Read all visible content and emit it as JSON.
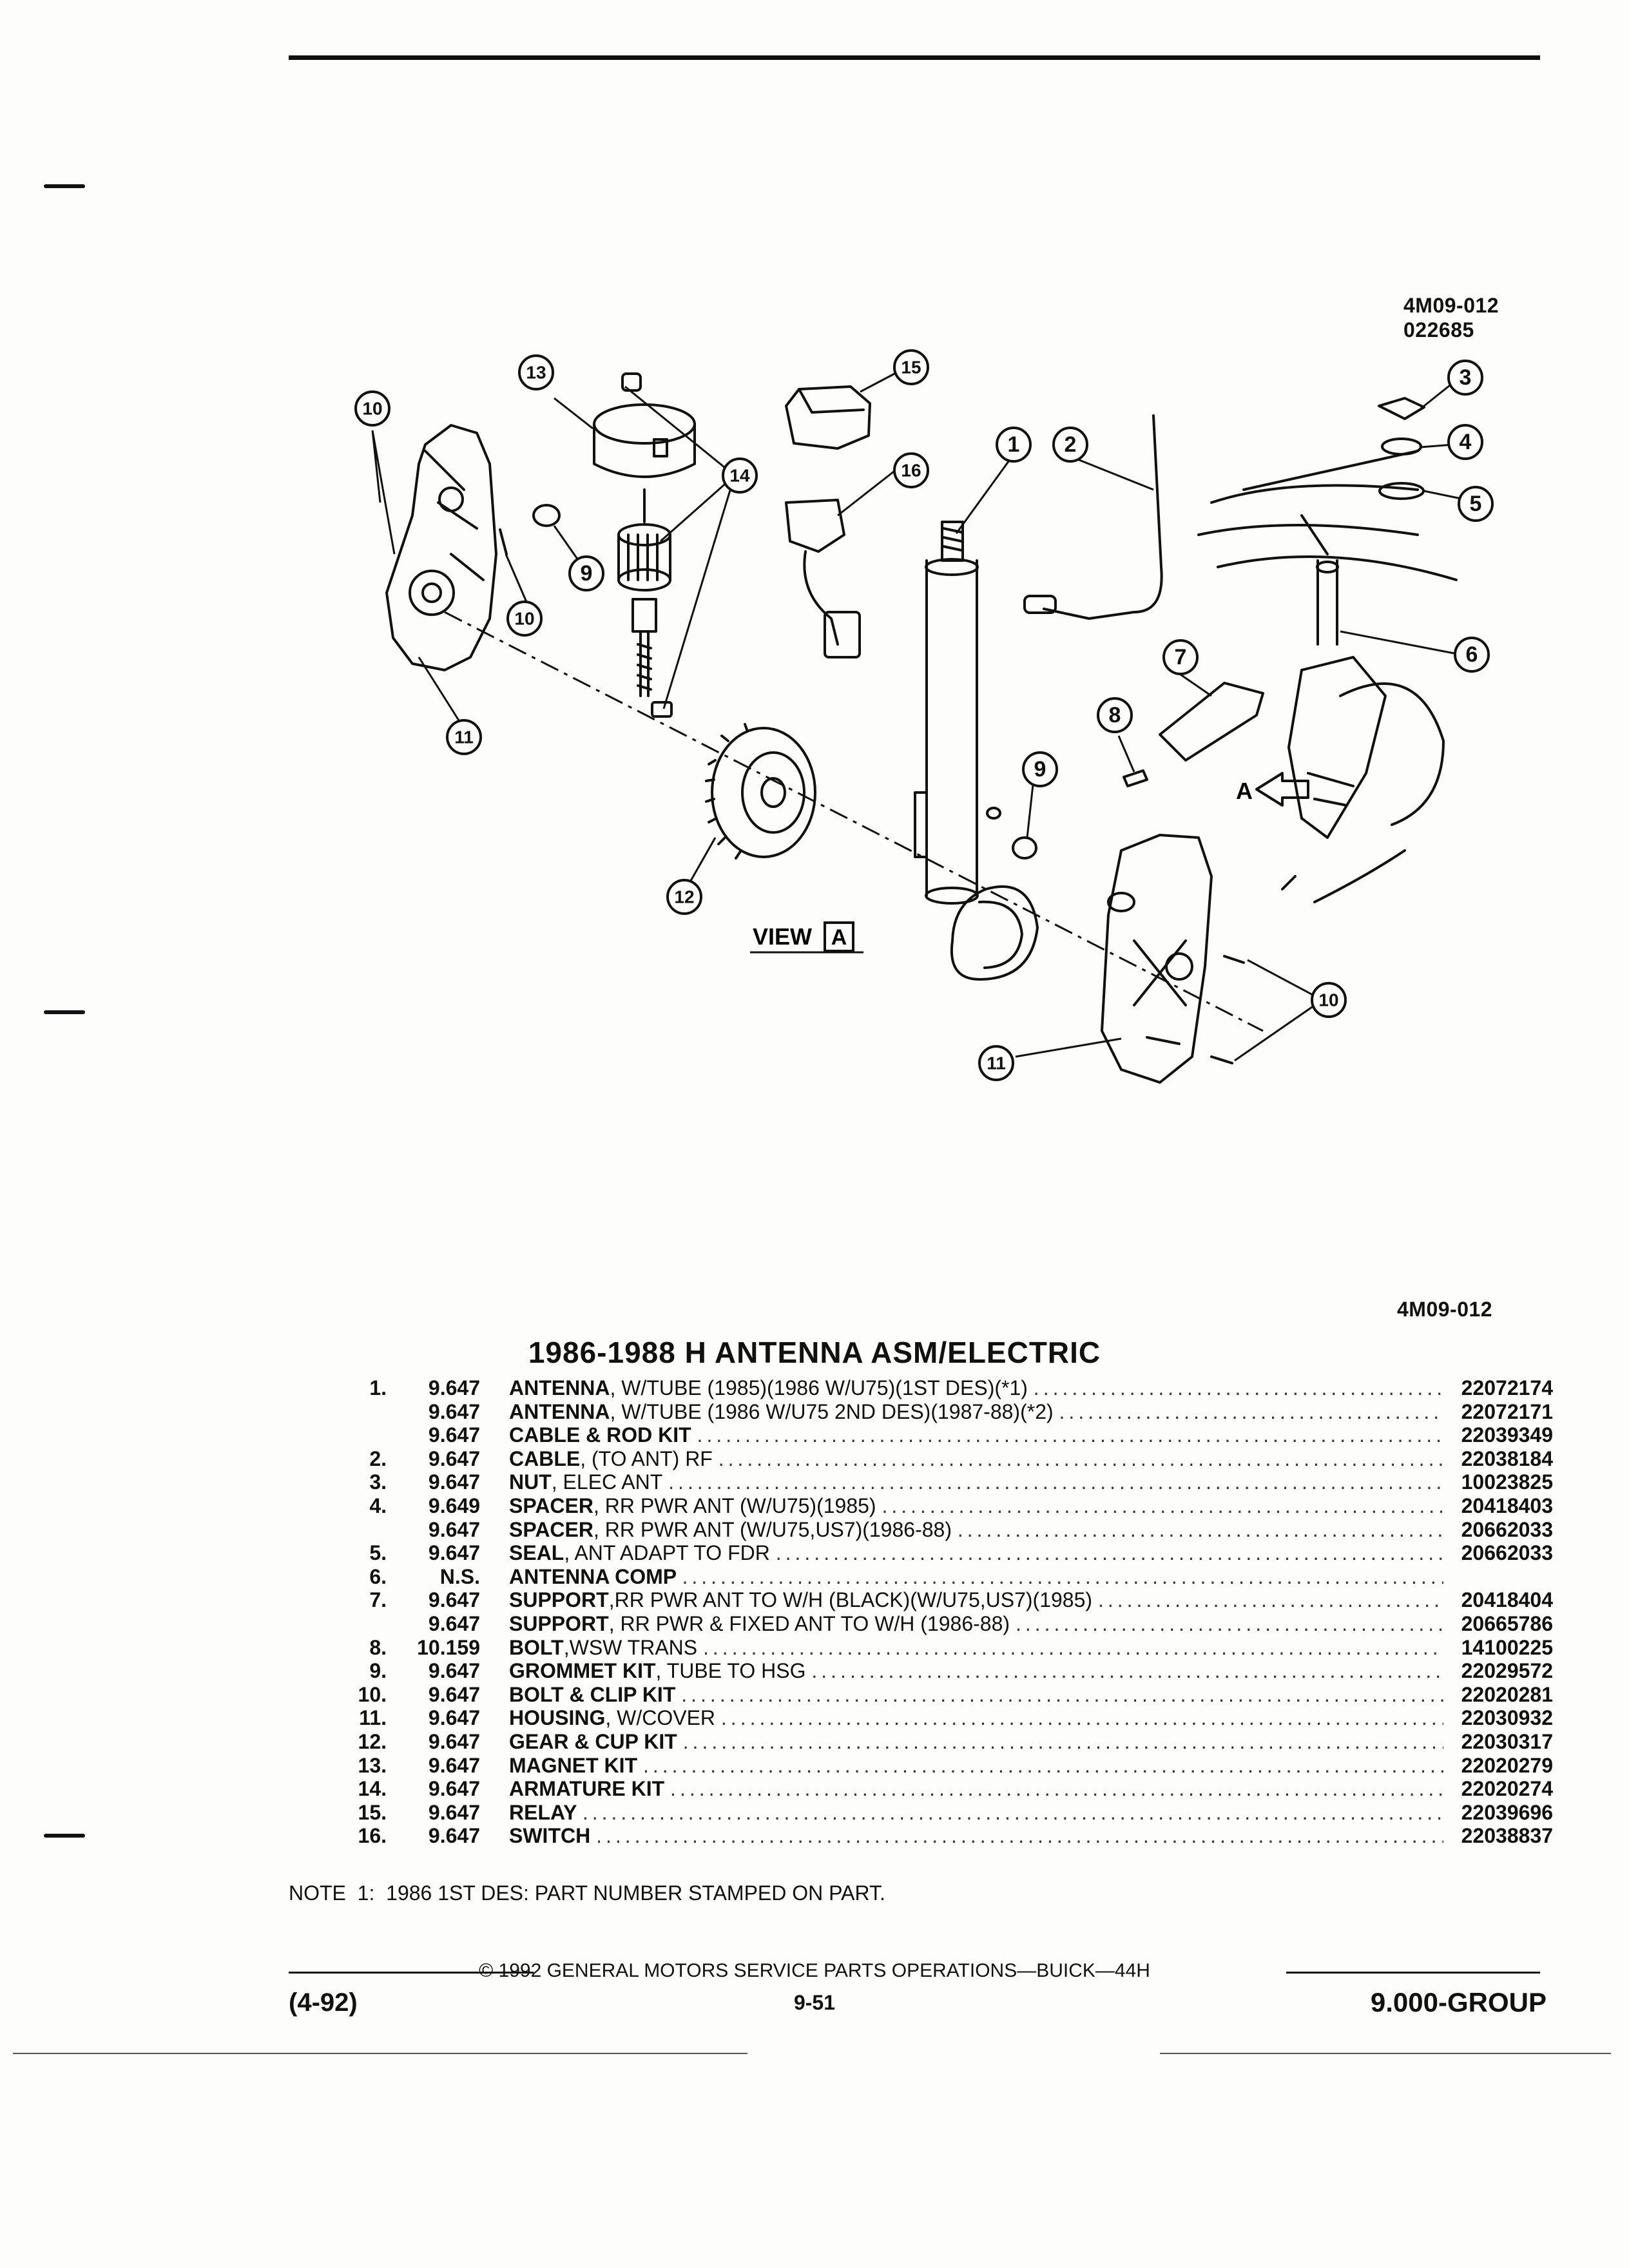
{
  "header": {
    "figure_code_top": "4M09-012",
    "figure_date_code": "022685",
    "figure_code_bottom": "4M09-012"
  },
  "diagram": {
    "view_label": "VIEW",
    "view_box_letter": "A",
    "arrow_label": "A",
    "callouts": [
      "1",
      "2",
      "3",
      "4",
      "5",
      "6",
      "7",
      "8",
      "9",
      "9",
      "10",
      "10",
      "10",
      "11",
      "11",
      "12",
      "13",
      "14",
      "15",
      "16"
    ]
  },
  "title": "1986-1988 H ANTENNA ASM/ELECTRIC",
  "parts": [
    {
      "num": "1.",
      "group": "9.647",
      "name": "ANTENNA",
      "qual": ", W/TUBE (1985)(1986 W/U75)(1ST DES)(*1)",
      "part": "22072174"
    },
    {
      "num": "",
      "group": "9.647",
      "name": "ANTENNA",
      "qual": ", W/TUBE (1986 W/U75 2ND DES)(1987-88)(*2)",
      "part": "22072171"
    },
    {
      "num": "",
      "group": "9.647",
      "name": "CABLE & ROD KIT",
      "qual": "",
      "part": "22039349"
    },
    {
      "num": "2.",
      "group": "9.647",
      "name": "CABLE",
      "qual": ", (TO ANT) RF",
      "part": "22038184"
    },
    {
      "num": "3.",
      "group": "9.647",
      "name": "NUT",
      "qual": ", ELEC ANT",
      "part": "10023825"
    },
    {
      "num": "4.",
      "group": "9.649",
      "name": "SPACER",
      "qual": ", RR PWR ANT (W/U75)(1985)",
      "part": "20418403"
    },
    {
      "num": "",
      "group": "9.647",
      "name": "SPACER",
      "qual": ", RR PWR ANT (W/U75,US7)(1986-88)",
      "part": "20662033"
    },
    {
      "num": "5.",
      "group": "9.647",
      "name": "SEAL",
      "qual": ", ANT ADAPT TO FDR",
      "part": "20662033"
    },
    {
      "num": "6.",
      "group": "N.S.",
      "name": "ANTENNA COMP",
      "qual": "",
      "part": ""
    },
    {
      "num": "7.",
      "group": "9.647",
      "name": "SUPPORT",
      "qual": ",RR PWR ANT TO W/H (BLACK)(W/U75,US7)(1985)",
      "part": "20418404"
    },
    {
      "num": "",
      "group": "9.647",
      "name": "SUPPORT",
      "qual": ", RR PWR & FIXED ANT TO W/H (1986-88)",
      "part": "20665786"
    },
    {
      "num": "8.",
      "group": "10.159",
      "name": "BOLT",
      "qual": ",WSW TRANS",
      "part": "14100225"
    },
    {
      "num": "9.",
      "group": "9.647",
      "name": "GROMMET KIT",
      "qual": ", TUBE TO HSG",
      "part": "22029572"
    },
    {
      "num": "10.",
      "group": "9.647",
      "name": "BOLT & CLIP KIT",
      "qual": "",
      "part": "22020281"
    },
    {
      "num": "11.",
      "group": "9.647",
      "name": "HOUSING",
      "qual": ", W/COVER",
      "part": "22030932"
    },
    {
      "num": "12.",
      "group": "9.647",
      "name": "GEAR & CUP KIT",
      "qual": "",
      "part": "22030317"
    },
    {
      "num": "13.",
      "group": "9.647",
      "name": "MAGNET KIT",
      "qual": "",
      "part": "22020279"
    },
    {
      "num": "14.",
      "group": "9.647",
      "name": "ARMATURE KIT",
      "qual": "",
      "part": "22020274"
    },
    {
      "num": "15.",
      "group": "9.647",
      "name": "RELAY",
      "qual": "",
      "part": "22039696"
    },
    {
      "num": "16.",
      "group": "9.647",
      "name": "SWITCH",
      "qual": "",
      "part": "22038837"
    }
  ],
  "note": "NOTE  1:  1986 1ST DES: PART NUMBER STAMPED ON PART.",
  "footer": {
    "copyright": "© 1992 GENERAL MOTORS SERVICE PARTS OPERATIONS—BUICK—44H",
    "date": "(4-92)",
    "page": "9-51",
    "group": "9.000-GROUP"
  }
}
